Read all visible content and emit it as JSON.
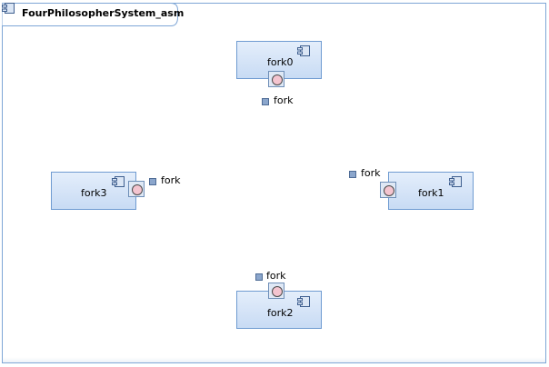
{
  "diagram": {
    "title": "FourPhilosopherSystem_asm",
    "parts": [
      {
        "name": "fork0",
        "icon": "component-icon"
      },
      {
        "name": "fork1",
        "icon": "component-icon"
      },
      {
        "name": "fork2",
        "icon": "component-icon"
      },
      {
        "name": "fork3",
        "icon": "component-icon"
      }
    ],
    "port_labels": [
      "fork",
      "fork",
      "fork",
      "fork"
    ],
    "colors": {
      "frame_border": "#7ea6d6",
      "part_fill_top": "#e4eefb",
      "part_fill_bottom": "#c8dbf4",
      "part_border": "#6f9bd1",
      "port_circle": "#f4c4cf"
    }
  }
}
